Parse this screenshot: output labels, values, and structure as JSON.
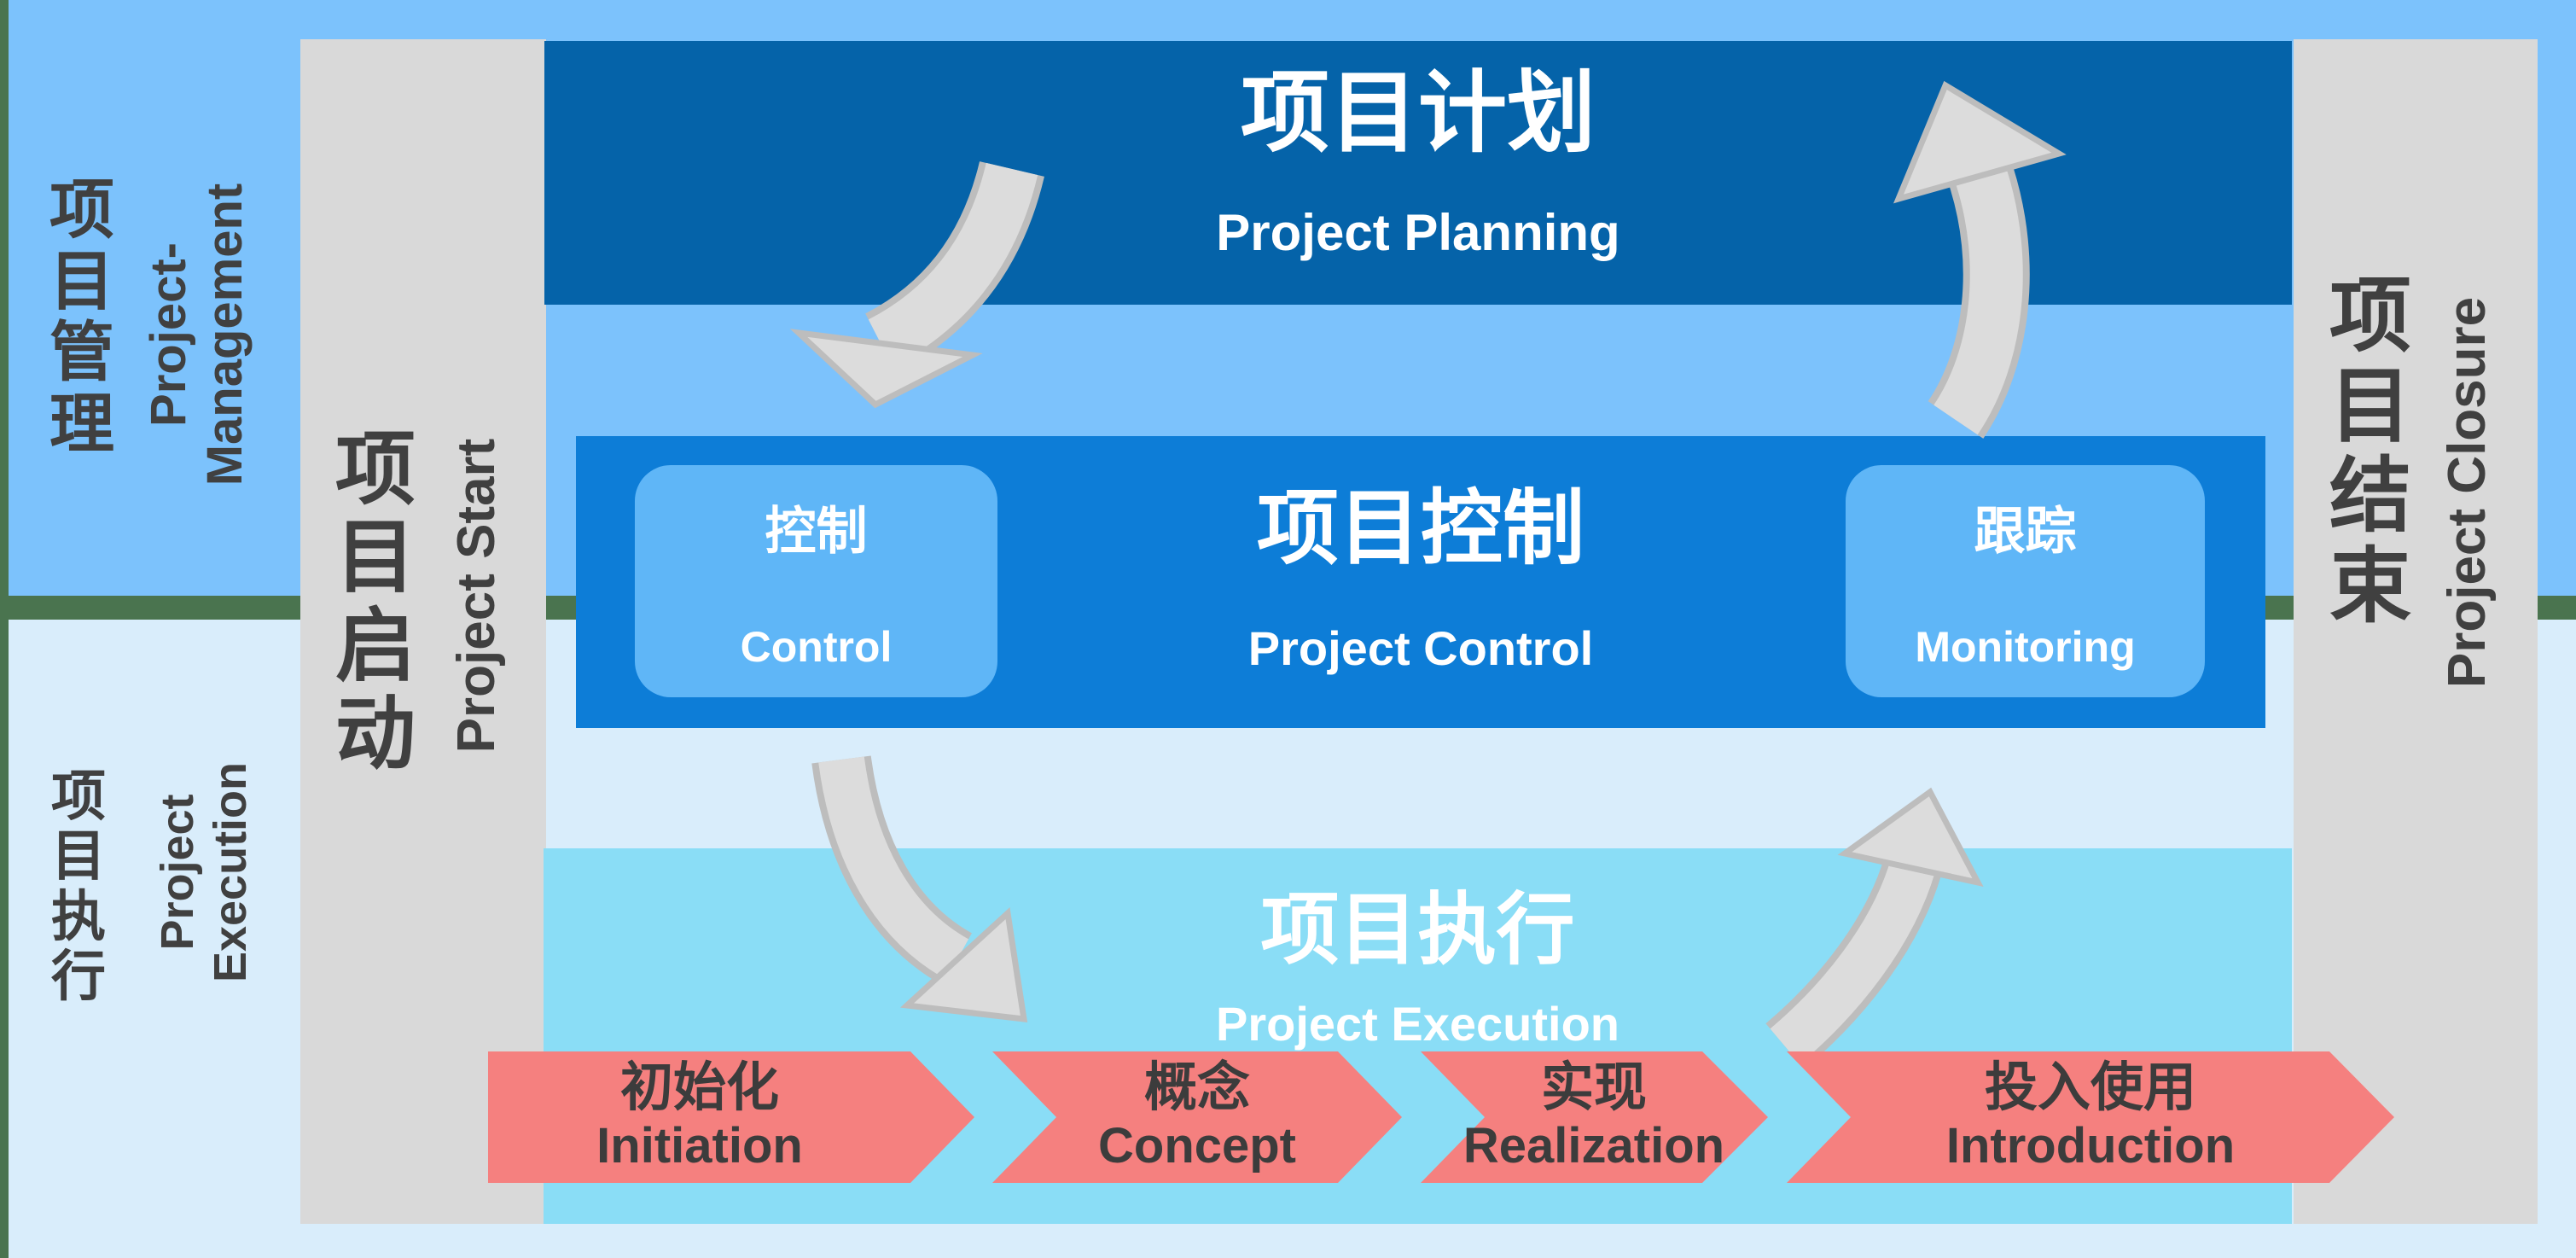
{
  "colors": {
    "border_green": "#4A744F",
    "top_zone_blue": "#7CC2FC",
    "bottom_zone_blue": "#D9EDFB",
    "planning_bar_blue": "#0563A9",
    "control_bar_blue": "#0D7DD7",
    "control_box_blue": "#5FB6F7",
    "execution_bar_cyan": "#8ADDF6",
    "pillar_gray": "#D9D9D9",
    "chevron_salmon": "#F5807F",
    "curved_arrow_gray": "#DCDCDC",
    "dark_text": "#3C3C3C"
  },
  "left_panel_top": {
    "zh": "项目管理",
    "en_line1": "Project-",
    "en_line2": "Management"
  },
  "left_panel_bottom": {
    "zh": "项目执行",
    "en_line1": "Project",
    "en_line2": "Execution"
  },
  "pillar_start": {
    "zh": "项目启动",
    "en": "Project Start"
  },
  "pillar_closure": {
    "zh": "项目结束",
    "en": "Project Closure"
  },
  "planning_bar": {
    "zh": "项目计划",
    "en": "Project Planning"
  },
  "control_bar": {
    "zh": "项目控制",
    "en": "Project Control",
    "box_control": {
      "zh": "控制",
      "en": "Control"
    },
    "box_monitoring": {
      "zh": "跟踪",
      "en": "Monitoring"
    }
  },
  "execution_bar": {
    "zh": "项目执行",
    "en": "Project Execution"
  },
  "phases": [
    {
      "zh": "初始化",
      "en": "Initiation"
    },
    {
      "zh": "概念",
      "en": "Concept"
    },
    {
      "zh": "实现",
      "en": "Realization"
    },
    {
      "zh": "投入使用",
      "en": "Introduction"
    }
  ]
}
